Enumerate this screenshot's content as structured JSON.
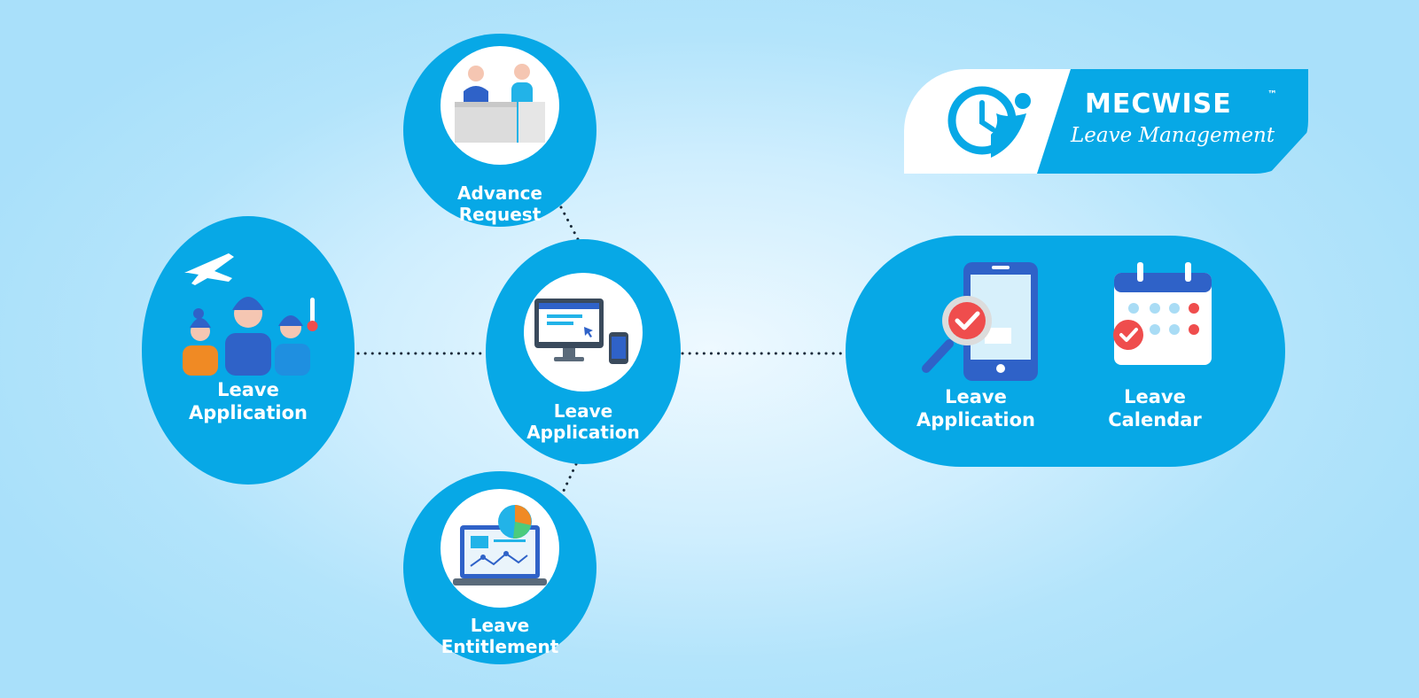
{
  "brand": {
    "name": "MECWISE",
    "trademark": "™",
    "tagline": "Leave Management"
  },
  "nodes": {
    "advance_request": {
      "label": "Advance\nRequest",
      "icon": "reception-desk-icon"
    },
    "center": {
      "label": "Leave\nApplication",
      "icon": "computer-screen-icon"
    },
    "entitlement": {
      "label": "Leave\nEntitlement",
      "icon": "laptop-chart-icon"
    },
    "left": {
      "label": "Leave\nApplication",
      "icon": "family-travel-sick-icon"
    },
    "right_application": {
      "label": "Leave\nApplication",
      "icon": "phone-magnifier-icon"
    },
    "right_calendar": {
      "label": "Leave\nCalendar",
      "icon": "calendar-icon"
    }
  },
  "colors": {
    "node_blue": "#07a8e6",
    "icon_blue": "#2f62c8",
    "check_red": "#ef4d4d",
    "background": "#b3e4fb",
    "connector": "#1a2a3a"
  }
}
